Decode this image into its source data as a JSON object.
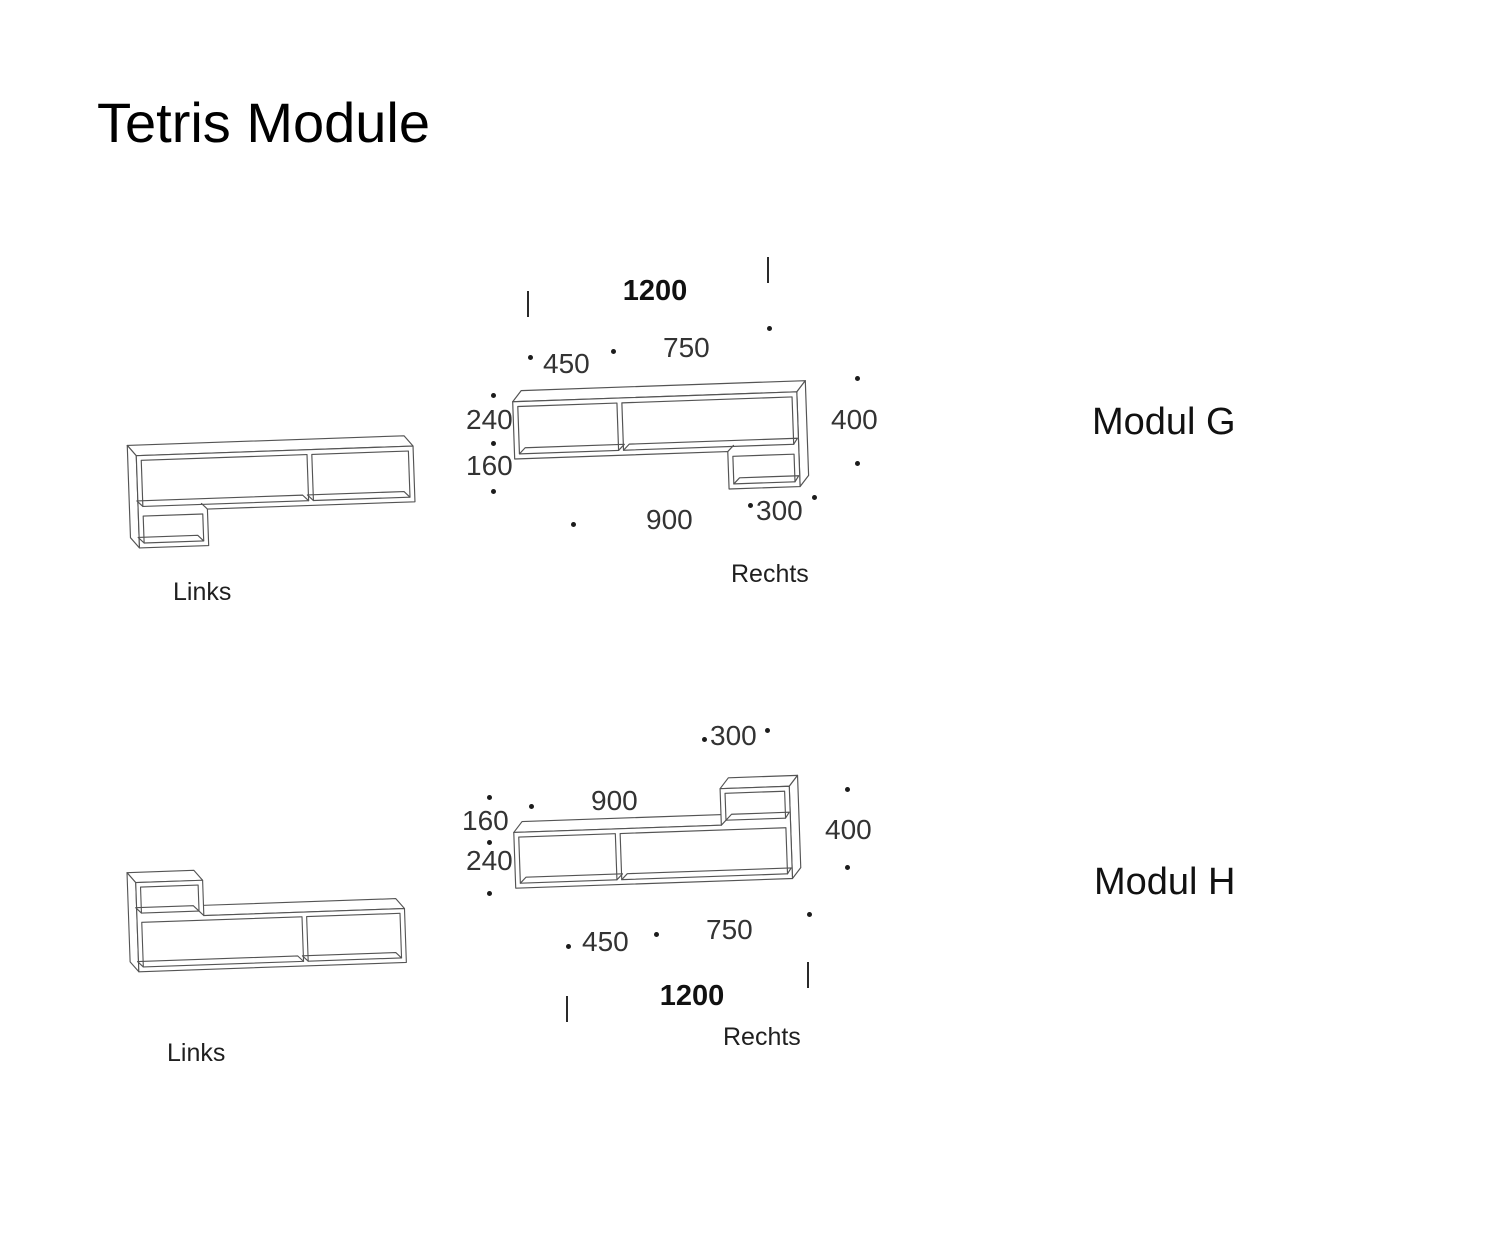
{
  "title": "Tetris Module",
  "modules": [
    {
      "name": "Modul G",
      "left_caption": "Links",
      "right_caption": "Rechts",
      "dims": {
        "w1200": "1200",
        "w750": "750",
        "w450": "450",
        "h240": "240",
        "h160": "160",
        "h400": "400",
        "w900": "900",
        "w300": "300"
      }
    },
    {
      "name": "Modul H",
      "left_caption": "Links",
      "right_caption": "Rechts",
      "dims": {
        "w1200": "1200",
        "w750": "750",
        "w450": "450",
        "h240": "240",
        "h160": "160",
        "h400": "400",
        "w900": "900",
        "w300": "300"
      }
    }
  ]
}
